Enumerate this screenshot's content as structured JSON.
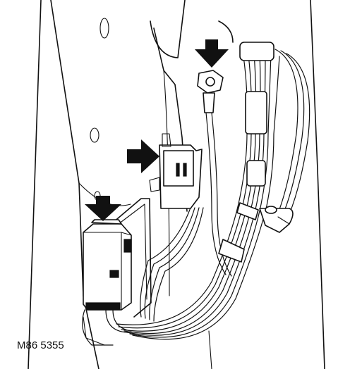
{
  "figure": {
    "reference_label": "M86 5355",
    "pointer_arrows": [
      "arrow-top",
      "arrow-middle",
      "arrow-left"
    ],
    "ink_color": "#111111",
    "background_color": "#ffffff"
  }
}
